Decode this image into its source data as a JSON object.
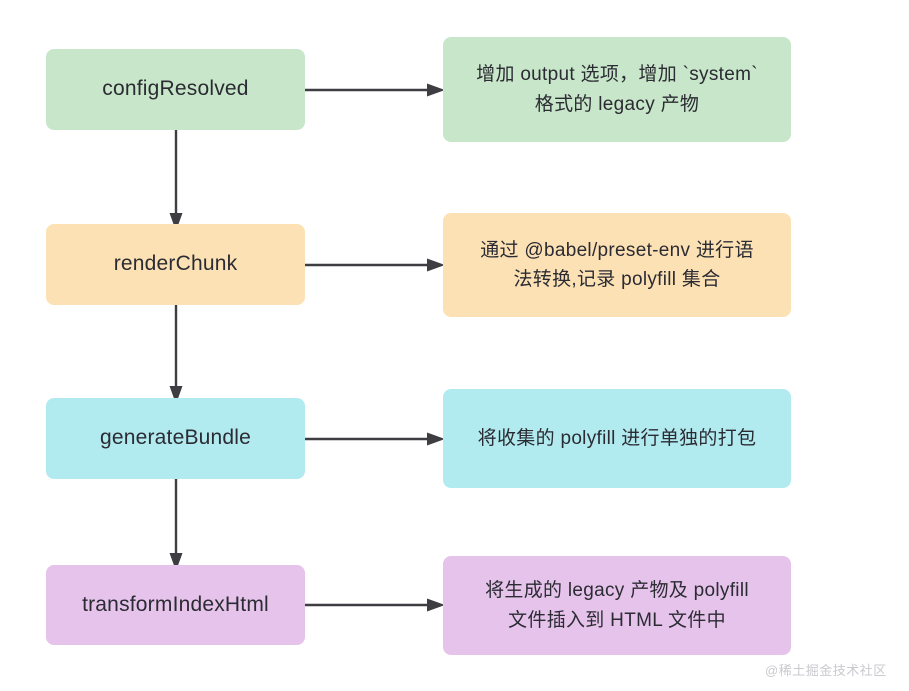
{
  "diagram": {
    "type": "flowchart",
    "orientation": "vertical-with-side-annotations",
    "background_color": "#ffffff",
    "arrow_color": "#3d3d42",
    "text_color": "#2b2b33",
    "rows": [
      {
        "hook": "configResolved",
        "hook_color": "#c8e6c9",
        "description": "增加 output 选项，增加 `system` 格式的 legacy 产物",
        "description_lines": [
          "增加 output 选项，增加 `system`",
          "格式的 legacy 产物"
        ],
        "description_color": "#c8e6c9"
      },
      {
        "hook": "renderChunk",
        "hook_color": "#fce1b4",
        "description": "通过 @babel/preset-env 进行语法转换,记录 polyfill 集合",
        "description_lines": [
          "通过 @babel/preset-env 进行语",
          "法转换,记录 polyfill 集合"
        ],
        "description_color": "#fce1b4"
      },
      {
        "hook": "generateBundle",
        "hook_color": "#b2ebef",
        "description": "将收集的 polyfill 进行单独的打包",
        "description_lines": [
          "将收集的 polyfill 进行单独的打包"
        ],
        "description_color": "#b2ebef"
      },
      {
        "hook": "transformIndexHtml",
        "hook_color": "#e6c3ea",
        "description": "将生成的 legacy 产物及 polyfill 文件插入到 HTML 文件中",
        "description_lines": [
          "将生成的 legacy 产物及 polyfill",
          "文件插入到 HTML 文件中"
        ],
        "description_color": "#e6c3ea"
      }
    ],
    "watermark": "@稀土掘金技术社区"
  }
}
